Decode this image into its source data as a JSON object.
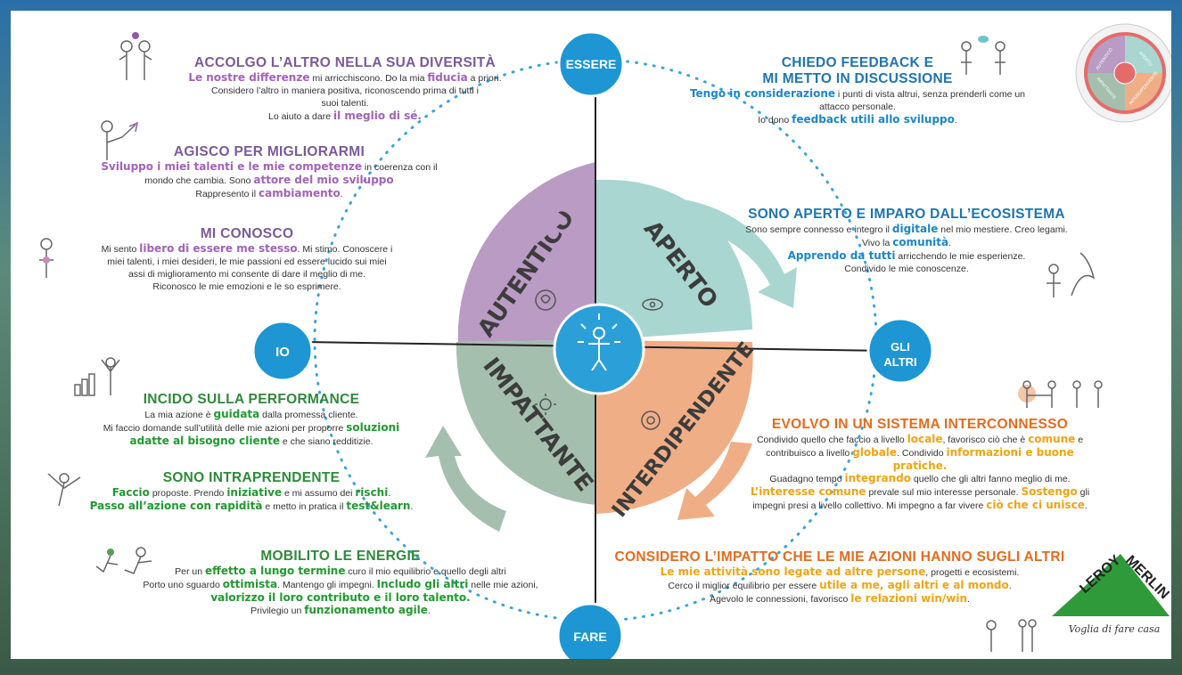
{
  "axes": {
    "top": "ESSERE",
    "bottom": "FARE",
    "left": "IO",
    "right": "GLI ALTRI"
  },
  "quadrants": {
    "tl": "AUTENTICO",
    "tr": "APERTO",
    "bl": "IMPATTANTE",
    "br": "INTERDIPENDENTE"
  },
  "mini_wheel": {
    "tl": "AUTENTICO",
    "tr": "APERTO",
    "bl": "IMPATTANTE",
    "br": "INTERDIPENDENTE"
  },
  "logo": {
    "brand": "LEROY MERLIN",
    "tagline": "Voglia di fare casa"
  },
  "colors": {
    "purple": "#b99bc4",
    "teal": "#a9d6d0",
    "green": "#a4bfae",
    "orange": "#f0ae86",
    "blue": "#1d96d3"
  },
  "blocks": {
    "accolgo": {
      "title": "ACCOLGO L’ALTRO NELLA SUA DIVERSITÀ",
      "l1a": "Le nostre differenze",
      "l1b": " mi arricchiscono. Do la mia ",
      "l1c": "fiducia",
      "l1d": " a priori.",
      "l2": "Considero l’altro in maniera positiva, riconoscendo prima di tutti i suoi talenti.",
      "l3a": "Lo aiuto a dare ",
      "l3b": "il meglio di sé."
    },
    "agisco": {
      "title": "AGISCO PER MIGLIORARMI",
      "l1a": "Sviluppo i miei talenti e le mie competenze",
      "l1b": " in coerenza con il",
      "l2a": "mondo che cambia. Sono ",
      "l2b": "attore del mio sviluppo",
      "l3a": "Rappresento il ",
      "l3b": "cambiamento",
      "l3c": "."
    },
    "conosco": {
      "title": "MI CONOSCO",
      "l1a": "Mi sento ",
      "l1b": "libero di essere me stesso",
      "l1c": ". Mi stimo. Conoscere i",
      "l2": "miei talenti, i miei desideri, le mie passioni ed essere lucido sui miei",
      "l3": "assi di miglioramento mi consente di dare il meglio di me.",
      "l4": "Riconosco le mie emozioni e le so esprimere."
    },
    "feedback": {
      "title1": "CHIEDO FEEDBACK E",
      "title2": "MI METTO IN DISCUSSIONE",
      "l1a": "Tengo in considerazione",
      "l1b": " i punti di vista altrui, senza prenderli come un",
      "l2": "attacco personale.",
      "l3a": "Io dono ",
      "l3b": "feedback utili allo sviluppo",
      "l3c": "."
    },
    "aperto": {
      "title": "SONO APERTO E IMPARO DALL’ECOSISTEMA",
      "l1a": "Sono sempre connesso e integro il ",
      "l1b": "digitale",
      "l1c": " nel mio mestiere. Creo legami.",
      "l2a": "Vivo la ",
      "l2b": "comunità",
      "l2c": ".",
      "l3a": "Apprendo da tutti",
      "l3b": " arricchendo le mie esperienze.",
      "l4": "Condivido le mie conoscenze."
    },
    "incido": {
      "title": "INCIDO SULLA PERFORMANCE",
      "l1a": "La mia azione è ",
      "l1b": "guidata",
      "l1c": " dalla promessa cliente.",
      "l2a": "Mi faccio domande sull’utilità delle mie azioni per proporre ",
      "l2b": "soluzioni",
      "l3a": "adatte al bisogno cliente",
      "l3b": " e che siano redditizie."
    },
    "intraprendente": {
      "title": "SONO INTRAPRENDENTE",
      "l1a": "Faccio",
      "l1b": " proposte. Prendo ",
      "l1c": "iniziative",
      "l1d": " e mi assumo dei ",
      "l1e": "rischi",
      "l1f": ".",
      "l2a": "Passo all’azione con rapidità",
      "l2b": " e metto in pratica il ",
      "l2c": "test&learn",
      "l2d": "."
    },
    "energie": {
      "title": "MOBILITO LE ENERGIE",
      "l1a": "Per un ",
      "l1b": "effetto a lungo termine",
      "l1c": " curo il mio equilibrio e quello degli altri",
      "l2a": "Porto uno sguardo ",
      "l2b": "ottimista",
      "l2c": ". Mantengo gli impegni. ",
      "l2d": "Includo gli altri",
      "l2e": " nelle mie azioni,",
      "l3": "valorizzo il loro contributo e il loro talento.",
      "l4a": "Privilegio un ",
      "l4b": "funzionamento agile",
      "l4c": "."
    },
    "evolvo": {
      "title": "EVOLVO IN UN SISTEMA INTERCONNESSO",
      "l1a": "Condivido quello che faccio a livello ",
      "l1b": "locale",
      "l1c": ", favorisco ciò che è ",
      "l1d": "comune",
      "l1e": " e",
      "l2a": "contribuisco a livello ",
      "l2b": "globale",
      "l2c": ". Condivido ",
      "l2d": "informazioni e buone",
      "l3": "pratiche.",
      "l4a": "Guadagno tempo ",
      "l4b": "integrando",
      "l4c": " quello che gli altri fanno meglio di me.",
      "l5a": "L’interesse comune",
      "l5b": " prevale sul mio interesse personale. ",
      "l5c": "Sostengo",
      "l5d": " gli",
      "l6a": "impegni presi a livello collettivo. Mi impegno a far vivere ",
      "l6b": "ciò che ci unisce",
      "l6c": "."
    },
    "impatto": {
      "title": "CONSIDERO L’IMPATTO CHE LE MIE AZIONI HANNO SUGLI ALTRI",
      "l1a": "Le mie attività sono legate ad altre persone",
      "l1b": ", progetti e ecosistemi.",
      "l2a": "Cerco il miglior equilibrio per essere ",
      "l2b": "utile a me, agli altri e al mondo",
      "l2c": ".",
      "l3a": "Agevolo le connessioni, favorisco ",
      "l3b": "le relazioni win/win",
      "l3c": "."
    }
  }
}
